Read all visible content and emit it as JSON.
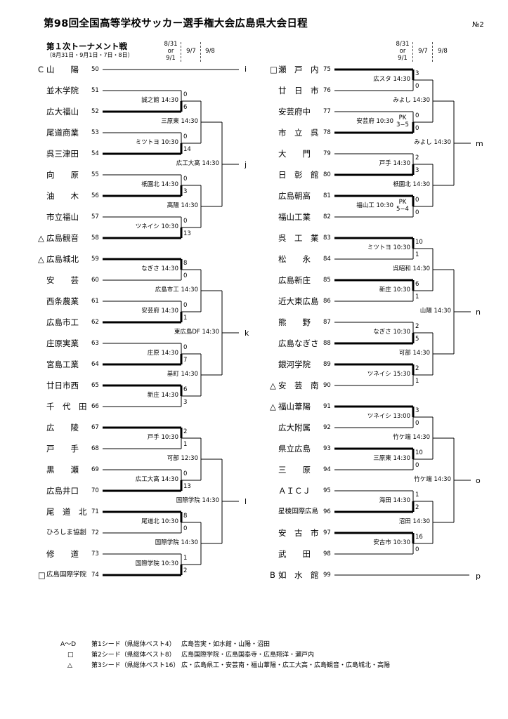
{
  "title": "第98回全国高等学校サッカー選手権大会広島県大会日程",
  "page_no": "№2",
  "subtitle": "第１次トーナメント戦",
  "subtitle_dates": "（8月31日・9月1日・7日・8日）",
  "columns": {
    "r1_line1": "8/31",
    "r1_line2": "or",
    "r1_line3": "9/1",
    "r2": "9/7",
    "r3": "9/8"
  },
  "left_teams": [
    {
      "seed": "C",
      "name": "山　　陽",
      "num": "50"
    },
    {
      "seed": "",
      "name": "並木学院",
      "num": "51"
    },
    {
      "seed": "",
      "name": "広大福山",
      "num": "52"
    },
    {
      "seed": "",
      "name": "尾道商業",
      "num": "53"
    },
    {
      "seed": "",
      "name": "呉三津田",
      "num": "54"
    },
    {
      "seed": "",
      "name": "向　　原",
      "num": "55"
    },
    {
      "seed": "",
      "name": "油　　木",
      "num": "56"
    },
    {
      "seed": "",
      "name": "市立福山",
      "num": "57"
    },
    {
      "seed": "△",
      "name": "広島観音",
      "num": "58"
    },
    {
      "seed": "△",
      "name": "広島城北",
      "num": "59"
    },
    {
      "seed": "",
      "name": "安　　芸",
      "num": "60"
    },
    {
      "seed": "",
      "name": "西条農業",
      "num": "61"
    },
    {
      "seed": "",
      "name": "広島市工",
      "num": "62"
    },
    {
      "seed": "",
      "name": "庄原実業",
      "num": "63"
    },
    {
      "seed": "",
      "name": "宮島工業",
      "num": "64"
    },
    {
      "seed": "",
      "name": "廿日市西",
      "num": "65"
    },
    {
      "seed": "",
      "name": "千　代　田",
      "num": "66"
    },
    {
      "seed": "",
      "name": "広　　陵",
      "num": "67"
    },
    {
      "seed": "",
      "name": "戸　　手",
      "num": "68"
    },
    {
      "seed": "",
      "name": "黒　　瀬",
      "num": "69"
    },
    {
      "seed": "",
      "name": "広島井口",
      "num": "70"
    },
    {
      "seed": "",
      "name": "尾　道　北",
      "num": "71"
    },
    {
      "seed": "",
      "name": "ひろしま協創",
      "num": "72"
    },
    {
      "seed": "",
      "name": "修　　道",
      "num": "73"
    },
    {
      "seed": "□",
      "name": "広島国際学院",
      "num": "74"
    }
  ],
  "right_teams": [
    {
      "seed": "□",
      "name": "瀬　戸　内",
      "num": "75"
    },
    {
      "seed": "",
      "name": "廿　日　市",
      "num": "76"
    },
    {
      "seed": "",
      "name": "安芸府中",
      "num": "77"
    },
    {
      "seed": "",
      "name": "市　立　呉",
      "num": "78"
    },
    {
      "seed": "",
      "name": "大　　門",
      "num": "79"
    },
    {
      "seed": "",
      "name": "日　彰　館",
      "num": "80"
    },
    {
      "seed": "",
      "name": "広島朝高",
      "num": "81"
    },
    {
      "seed": "",
      "name": "福山工業",
      "num": "82"
    },
    {
      "seed": "",
      "name": "呉　工　業",
      "num": "83"
    },
    {
      "seed": "",
      "name": "松　　永",
      "num": "84"
    },
    {
      "seed": "",
      "name": "広島新庄",
      "num": "85"
    },
    {
      "seed": "",
      "name": "近大東広島",
      "num": "86"
    },
    {
      "seed": "",
      "name": "熊　　野",
      "num": "87"
    },
    {
      "seed": "",
      "name": "広島なぎさ",
      "num": "88"
    },
    {
      "seed": "",
      "name": "銀河学院",
      "num": "89"
    },
    {
      "seed": "△",
      "name": "安　芸　南",
      "num": "90"
    },
    {
      "seed": "△",
      "name": "福山葦陽",
      "num": "91"
    },
    {
      "seed": "",
      "name": "広大附属",
      "num": "92"
    },
    {
      "seed": "",
      "name": "県立広島",
      "num": "93"
    },
    {
      "seed": "",
      "name": "三　　原",
      "num": "94"
    },
    {
      "seed": "",
      "name": "ＡＩＣＪ",
      "num": "95"
    },
    {
      "seed": "",
      "name": "星稜国際広島",
      "num": "96"
    },
    {
      "seed": "",
      "name": "安　古　市",
      "num": "97"
    },
    {
      "seed": "",
      "name": "武　　田",
      "num": "98"
    },
    {
      "seed": "B",
      "name": "如　水　館",
      "num": "99"
    }
  ],
  "left_r1": [
    {
      "venue": "誠之館 14:30",
      "s1": "0",
      "s2": "6"
    },
    {
      "venue": "ミツトヨ 10:30",
      "s1": "0",
      "s2": "14"
    },
    {
      "venue": "祇園北 14:30",
      "s1": "0",
      "s2": "3"
    },
    {
      "venue": "ツネイシ 10:30",
      "s1": "0",
      "s2": "13"
    },
    {
      "venue": "なぎさ 14:30",
      "s1": "8",
      "s2": "0"
    },
    {
      "venue": "安芸府 14:30",
      "s1": "0",
      "s2": "1"
    },
    {
      "venue": "庄原 14:30",
      "s1": "0",
      "s2": "7"
    },
    {
      "venue": "新庄 14:30",
      "s1": "6",
      "s2": "3"
    },
    {
      "venue": "戸手 10:30",
      "s1": "2",
      "s2": "1"
    },
    {
      "venue": "広工大高 14:30",
      "s1": "0",
      "s2": "13"
    },
    {
      "venue": "尾道北 10:30",
      "s1": "8",
      "s2": "0"
    },
    {
      "venue": "国際学院 10:30",
      "s1": "1",
      "s2": "2"
    }
  ],
  "left_r2": [
    {
      "venue": "三原東 14:30"
    },
    {
      "venue": "高陽 14:30"
    },
    {
      "venue": "広島市工 14:30"
    },
    {
      "venue": "基町 14:30"
    },
    {
      "venue": "可部 12:30"
    },
    {
      "venue": "国際学院 14:30"
    }
  ],
  "left_r3": [
    {
      "venue": "広工大高 14:30"
    },
    {
      "venue": "東広島DF 14:30"
    },
    {
      "venue": "国際学院 14:30"
    }
  ],
  "right_r1": [
    {
      "venue": "広スタ 14:30",
      "s1": "3",
      "s2": "0",
      "pk": ""
    },
    {
      "venue": "安芸府 10:30",
      "s1": "0",
      "s2": "0",
      "pk": "PK\n3−5"
    },
    {
      "venue": "戸手 14:30",
      "s1": "2",
      "s2": "3",
      "pk": ""
    },
    {
      "venue": "福山工 10:30",
      "s1": "0",
      "s2": "0",
      "pk": "PK\n5−4"
    },
    {
      "venue": "ミツトヨ 10:30",
      "s1": "10",
      "s2": "1",
      "pk": ""
    },
    {
      "venue": "新庄 10:30",
      "s1": "6",
      "s2": "1",
      "pk": ""
    },
    {
      "venue": "なぎさ 10:30",
      "s1": "2",
      "s2": "5",
      "pk": ""
    },
    {
      "venue": "ツネイシ 15:30",
      "s1": "2",
      "s2": "1",
      "pk": ""
    },
    {
      "venue": "ツネイシ 13:00",
      "s1": "3",
      "s2": "0",
      "pk": ""
    },
    {
      "venue": "三原東 14:30",
      "s1": "10",
      "s2": "0",
      "pk": ""
    },
    {
      "venue": "海田 14:30",
      "s1": "1",
      "s2": "2",
      "pk": ""
    },
    {
      "venue": "安古市 10:30",
      "s1": "16",
      "s2": "0",
      "pk": ""
    }
  ],
  "right_r2": [
    {
      "venue": "みよし 14:30"
    },
    {
      "venue": "祇園北 14:30"
    },
    {
      "venue": "呉昭和 14:30"
    },
    {
      "venue": "可部 14:30"
    },
    {
      "venue": "竹ケ端 14:30"
    },
    {
      "venue": "沼田 14:30"
    }
  ],
  "right_r3": [
    {
      "venue": "みよし 14:30"
    },
    {
      "venue": "山陽 14:30"
    },
    {
      "venue": "竹ケ端 14:30"
    }
  ],
  "slot_labels": {
    "i": "i",
    "j": "j",
    "k": "k",
    "l": "l",
    "m": "m",
    "n": "n",
    "o": "o",
    "p": "p"
  },
  "legend": [
    {
      "mark": "A〜D",
      "desc": "第1シード（県総体ベスト4）",
      "teams": "広島皆実・如水館・山陽・沼田"
    },
    {
      "mark": "□",
      "desc": "第2シード（県総体ベスト8）",
      "teams": "広島国際学院・広島国泰寺・広島翔洋・瀬戸内"
    },
    {
      "mark": "△",
      "desc": "第3シード（県総体ベスト16）",
      "teams": "広・広島県工・安芸南・福山葦陽・広工大高・広島観音・広島城北・高陽"
    }
  ]
}
